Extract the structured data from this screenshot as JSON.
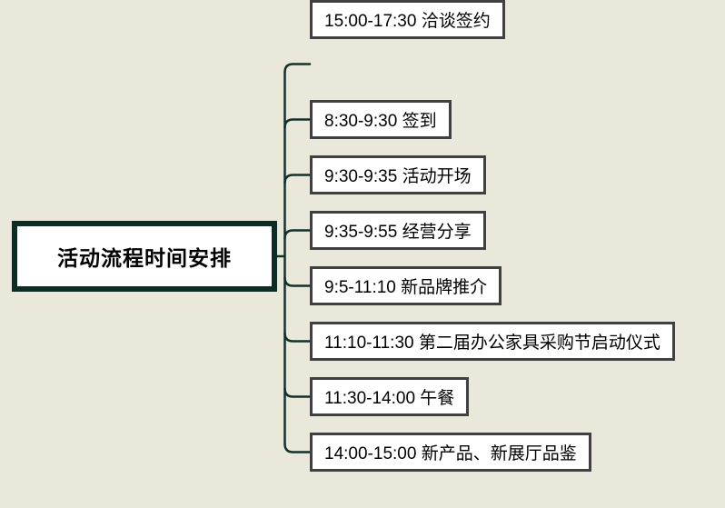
{
  "mindmap": {
    "root": {
      "label": "活动流程时间安排"
    },
    "children": [
      {
        "label": "8:30-9:30 签到"
      },
      {
        "label": "9:30-9:35 活动开场"
      },
      {
        "label": "9:35-9:55 经营分享"
      },
      {
        "label": "9:5-11:10 新品牌推介"
      },
      {
        "label": "11:10-11:30 第二届办公家具采购节启动仪式"
      },
      {
        "label": "11:30-14:00 午餐"
      },
      {
        "label": "14:00-15:00 新产品、新展厅品鉴"
      },
      {
        "label": "15:00-17:30 洽谈签约"
      }
    ]
  },
  "colors": {
    "background": "#eae8db",
    "node_fill": "#ffffff",
    "root_border": "#0d2c26",
    "child_border": "#404040",
    "connector": "#15312b",
    "text": "#000000"
  }
}
